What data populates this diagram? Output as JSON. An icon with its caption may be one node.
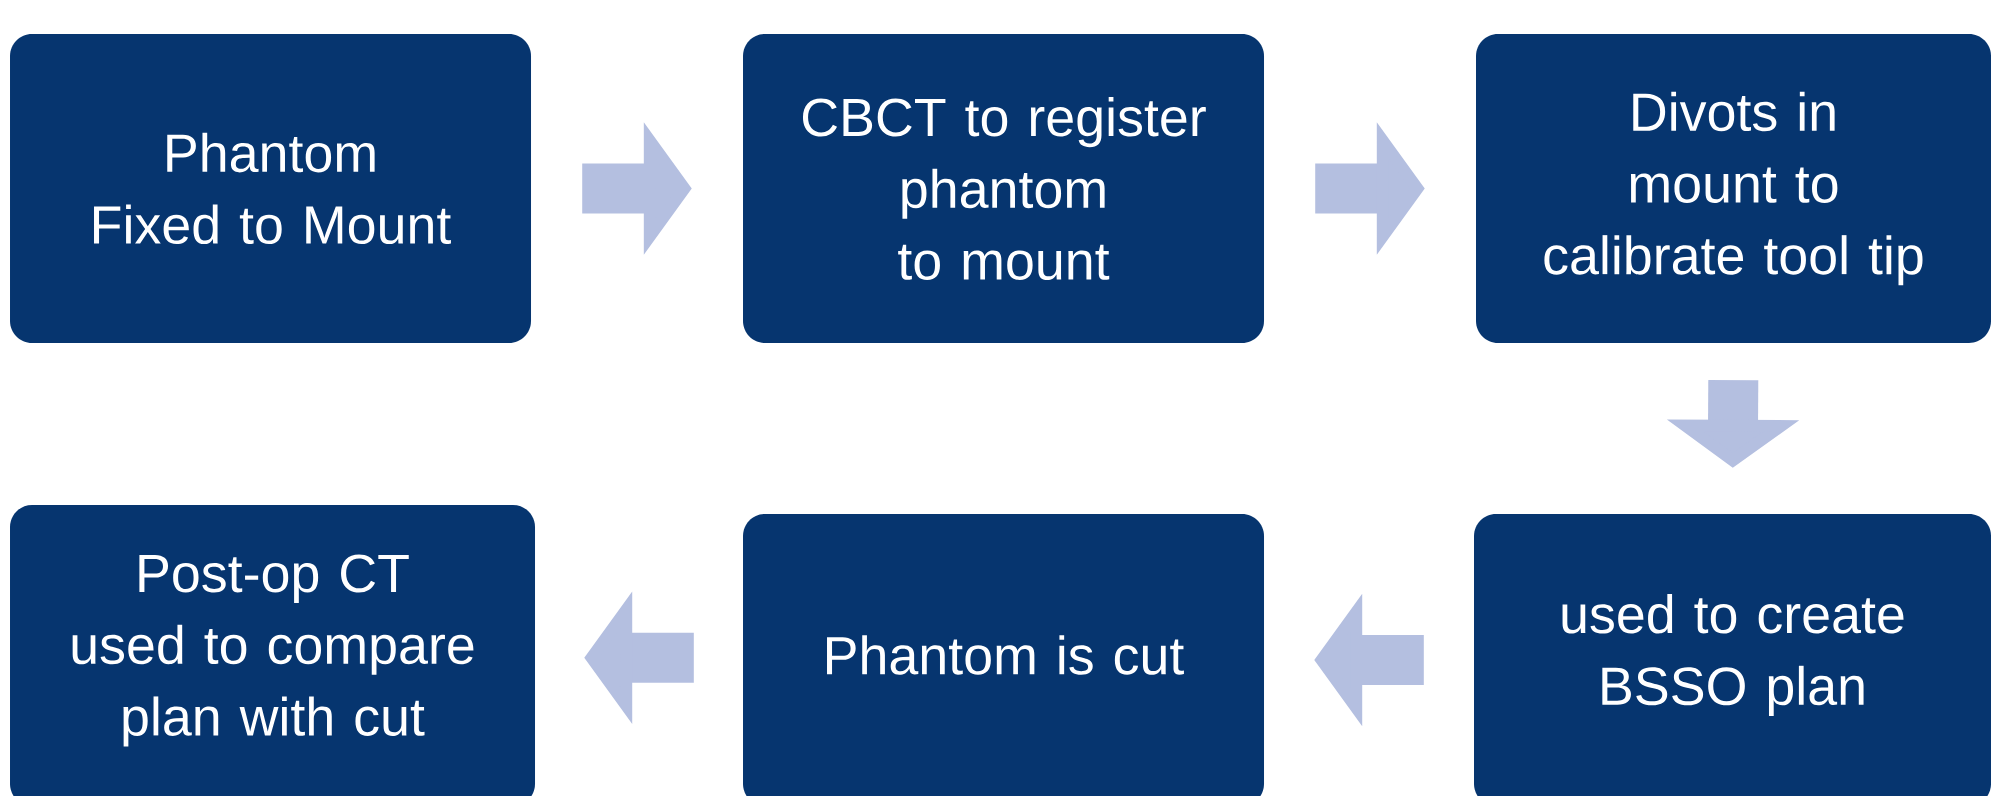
{
  "diagram": {
    "nodes": [
      {
        "text": [
          "Phantom Fixed to Mount"
        ]
      },
      {
        "text": [
          "CBCT to register phantom to mount"
        ]
      },
      {
        "text": [
          "Divots in mount to calibrate tool tip"
        ]
      },
      {
        "text": [
          "Post-op CT used to compare plan with cut"
        ]
      },
      {
        "text": [
          "Phantom is cut"
        ]
      },
      {
        "text": [
          "used to create BSSO plan"
        ]
      }
    ],
    "edges": [
      {
        "from": 0,
        "to": 1,
        "arrow": "to"
      },
      {
        "from": 1,
        "to": 2,
        "arrow": "to"
      },
      {
        "from": 2,
        "to": 5,
        "arrow": "to"
      },
      {
        "from": 5,
        "to": 4,
        "arrow": "to"
      },
      {
        "from": 4,
        "to": 3,
        "arrow": "to"
      }
    ]
  }
}
